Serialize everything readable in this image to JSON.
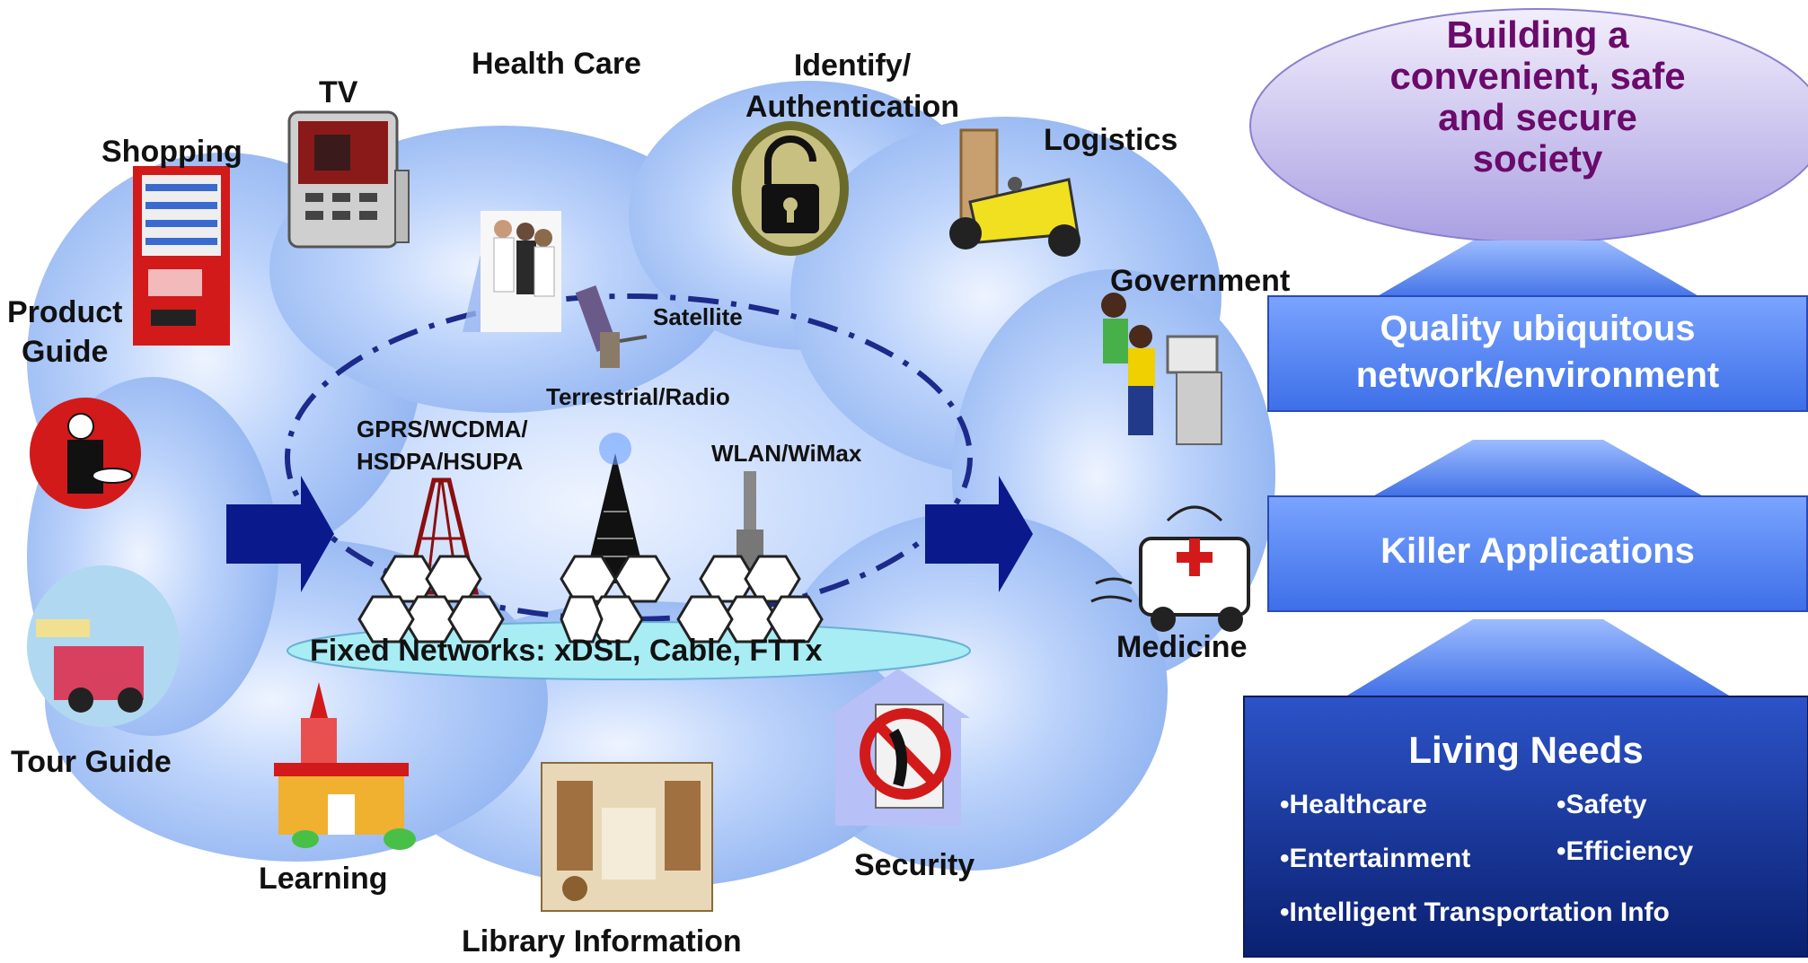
{
  "apps": {
    "tv": "TV",
    "health_care": "Health Care",
    "identify": "Identify/\nAuthentication",
    "logistics": "Logistics",
    "shopping": "Shopping",
    "government": "Government",
    "product_guide": "Product\nGuide",
    "medicine": "Medicine",
    "tour_guide": "Tour Guide",
    "learning": "Learning",
    "library": "Library Information",
    "security": "Security"
  },
  "networks": {
    "satellite": "Satellite",
    "terrestrial": "Terrestrial/Radio",
    "gprs": "GPRS/WCDMA/\nHSDPA/HSUPA",
    "wlan": "WLAN/WiMax",
    "fixed": "Fixed Networks: xDSL, Cable, FTTx"
  },
  "stack": {
    "goal": "Building a\nconvenient, safe\nand secure\nsociety",
    "network_env": "Quality ubiquitous\nnetwork/environment",
    "killer_apps": "Killer Applications",
    "living_needs": {
      "title": "Living Needs",
      "items": [
        "•Healthcare",
        "•Safety",
        "•Entertainment",
        "•Efficiency",
        "•Intelligent Transportation Info"
      ]
    }
  },
  "colors": {
    "cloud": "#9cbcf4",
    "cloud_center": "#e6efff",
    "arrow_dark": "#0a1a8c",
    "box_blue": "#4a7ef0",
    "box_navy": "#0c2a8a",
    "goal_text": "#6a0a6a",
    "goal_oval": "#c8c0f0"
  }
}
